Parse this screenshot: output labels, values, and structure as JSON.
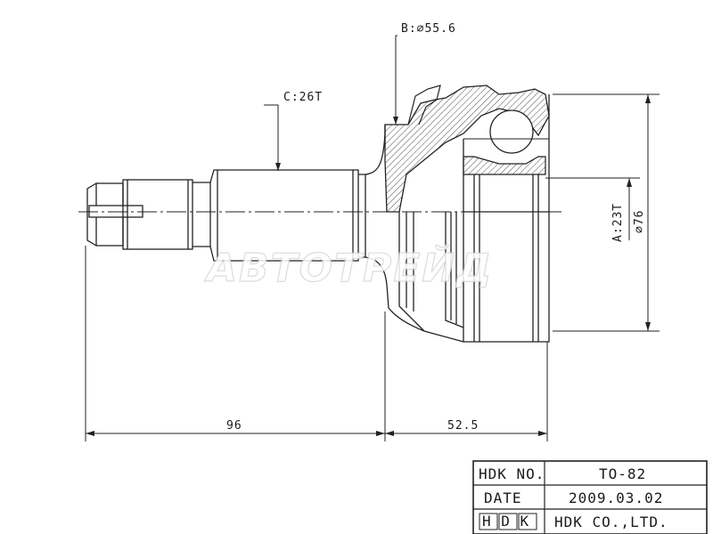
{
  "watermark": "АВТОТРЕЙД",
  "callouts": {
    "spline_outer": "C:26T",
    "bearing_dia": "B:⌀55.6",
    "spline_inner": "A:23T",
    "outer_dia": "⌀76"
  },
  "dimensions": {
    "shaft_length": "96",
    "housing_length": "52.5"
  },
  "title_block": {
    "rows": [
      {
        "label": "HDK NO.",
        "value": "TO-82"
      },
      {
        "label": "DATE",
        "value": "2009.03.02"
      },
      {
        "label": "H D K",
        "value": "HDK CO.,LTD."
      }
    ]
  }
}
